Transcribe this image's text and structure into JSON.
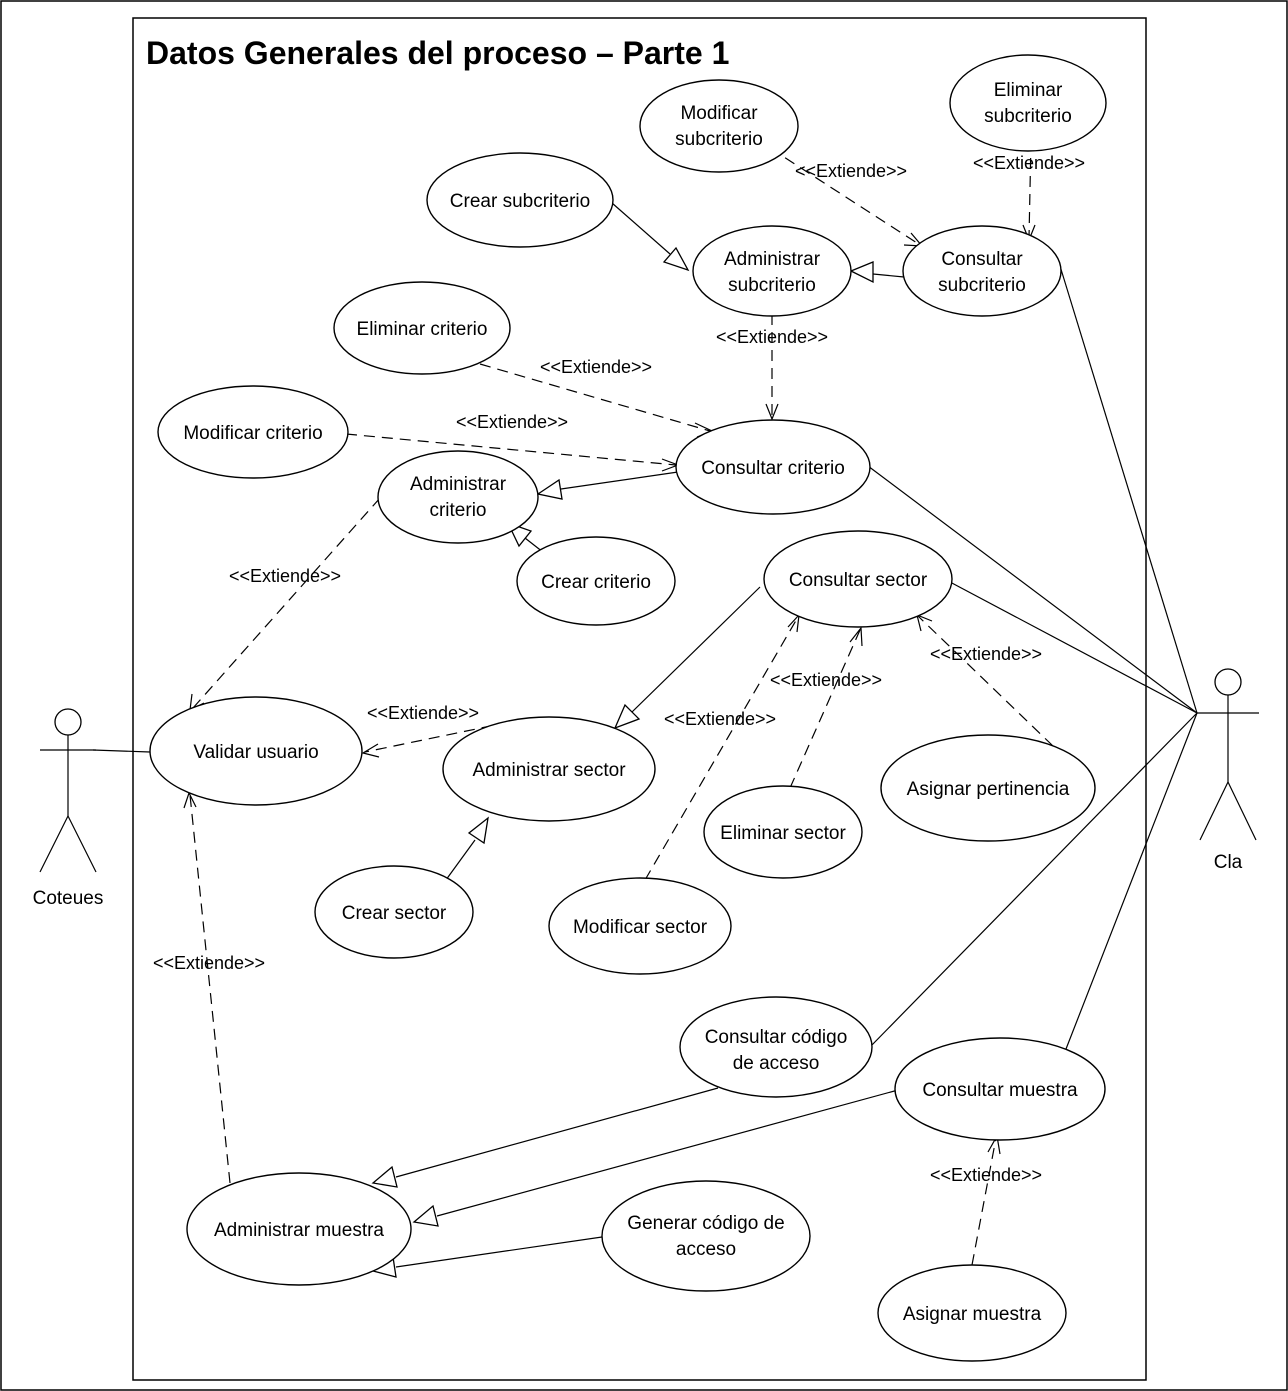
{
  "diagram": {
    "title": "Datos Generales del proceso – Parte 1",
    "actors": {
      "coteues": "Coteues",
      "cla": "Cla"
    },
    "use_cases": {
      "modificar_subcriterio": [
        "Modificar",
        "subcriterio"
      ],
      "eliminar_subcriterio": [
        "Eliminar",
        "subcriterio"
      ],
      "crear_subcriterio": [
        "Crear subcriterio"
      ],
      "administrar_subcriterio": [
        "Administrar",
        "subcriterio"
      ],
      "consultar_subcriterio": [
        "Consultar",
        "subcriterio"
      ],
      "eliminar_criterio": [
        "Eliminar criterio"
      ],
      "modificar_criterio": [
        "Modificar criterio"
      ],
      "consultar_criterio": [
        "Consultar criterio"
      ],
      "administrar_criterio": [
        "Administrar",
        "criterio"
      ],
      "crear_criterio": [
        "Crear criterio"
      ],
      "consultar_sector": [
        "Consultar sector"
      ],
      "validar_usuario": [
        "Validar usuario"
      ],
      "administrar_sector": [
        "Administrar sector"
      ],
      "asignar_pertinencia": [
        "Asignar pertinencia"
      ],
      "eliminar_sector": [
        "Eliminar sector"
      ],
      "crear_sector": [
        "Crear sector"
      ],
      "modificar_sector": [
        "Modificar sector"
      ],
      "consultar_codigo_acceso": [
        "Consultar código",
        "de acceso"
      ],
      "consultar_muestra": [
        "Consultar muestra"
      ],
      "administrar_muestra": [
        "Administrar muestra"
      ],
      "generar_codigo_acceso": [
        "Generar código de",
        "acceso"
      ],
      "asignar_muestra": [
        "Asignar muestra"
      ]
    },
    "extend_label": "<<Extiende>>"
  }
}
